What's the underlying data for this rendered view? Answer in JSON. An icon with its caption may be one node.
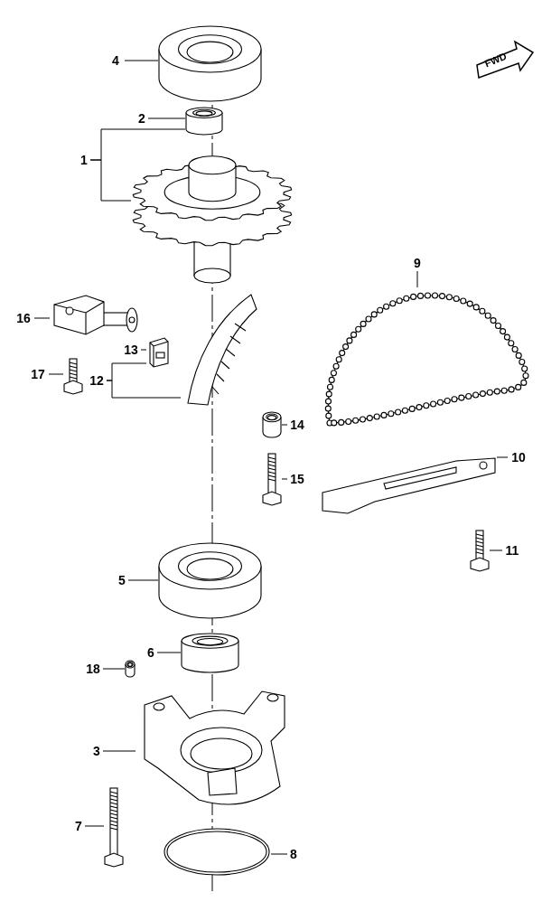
{
  "diagram": {
    "nodes": [
      {
        "text": [
          "4"
        ]
      },
      {
        "text": [],
        "shape": "cylinder"
      },
      {
        "text": [
          "2"
        ]
      },
      {
        "text": [],
        "shape": "cylinder"
      },
      {
        "text": [
          "1"
        ]
      },
      {
        "text": [],
        "shape": "picture"
      },
      {
        "text": [
          "16"
        ]
      },
      {
        "text": [],
        "shape": "picture"
      },
      {
        "text": [
          "17"
        ]
      },
      {
        "text": [],
        "shape": "picture"
      },
      {
        "text": [
          "13"
        ]
      },
      {
        "text": [],
        "shape": "picture"
      },
      {
        "text": [
          "12"
        ]
      },
      {
        "text": [],
        "shape": "picture"
      },
      {
        "text": [
          "14"
        ]
      },
      {
        "text": [],
        "shape": "cylinder"
      },
      {
        "text": [
          "15"
        ]
      },
      {
        "text": [],
        "shape": "picture"
      },
      {
        "text": [
          "9"
        ]
      },
      {
        "text": [],
        "shape": "picture"
      },
      {
        "text": [
          "10"
        ]
      },
      {
        "text": [],
        "shape": "picture"
      },
      {
        "text": [
          "11"
        ]
      },
      {
        "text": [],
        "shape": "picture"
      },
      {
        "text": [
          "5"
        ]
      },
      {
        "text": [],
        "shape": "cylinder"
      },
      {
        "text": [
          "6"
        ]
      },
      {
        "text": [],
        "shape": "cylinder"
      },
      {
        "text": [
          "18"
        ]
      },
      {
        "text": [],
        "shape": "picture"
      },
      {
        "text": [
          "3"
        ]
      },
      {
        "text": [],
        "shape": "picture"
      },
      {
        "text": [
          "7"
        ]
      },
      {
        "text": [],
        "shape": "picture"
      },
      {
        "text": [
          "8"
        ]
      },
      {
        "text": [],
        "shape": "picture"
      }
    ],
    "edges": [
      {
        "from": 0,
        "to": 1,
        "arrow": "none"
      },
      {
        "from": 2,
        "to": 3,
        "arrow": "none"
      },
      {
        "from": 4,
        "to": 3,
        "arrow": "none"
      },
      {
        "from": 4,
        "to": 5,
        "arrow": "none"
      },
      {
        "from": 6,
        "to": 7,
        "arrow": "none"
      },
      {
        "from": 8,
        "to": 9,
        "arrow": "none"
      },
      {
        "from": 10,
        "to": 11,
        "arrow": "none"
      },
      {
        "from": 12,
        "to": 11,
        "arrow": "none"
      },
      {
        "from": 12,
        "to": 13,
        "arrow": "none"
      },
      {
        "from": 14,
        "to": 15,
        "arrow": "none"
      },
      {
        "from": 16,
        "to": 17,
        "arrow": "none"
      },
      {
        "from": 18,
        "to": 19,
        "arrow": "none"
      },
      {
        "from": 20,
        "to": 21,
        "arrow": "none"
      },
      {
        "from": 22,
        "to": 23,
        "arrow": "none"
      },
      {
        "from": 24,
        "to": 25,
        "arrow": "none"
      },
      {
        "from": 26,
        "to": 27,
        "arrow": "none"
      },
      {
        "from": 28,
        "to": 29,
        "arrow": "none"
      },
      {
        "from": 30,
        "to": 31,
        "arrow": "none"
      },
      {
        "from": 32,
        "to": 33,
        "arrow": "none"
      },
      {
        "from": 34,
        "to": 35,
        "arrow": "none"
      }
    ],
    "labels": [
      "FWD"
    ]
  }
}
